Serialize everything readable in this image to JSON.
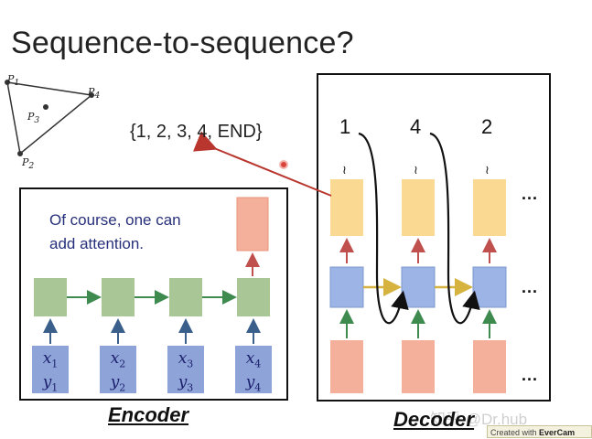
{
  "title": "Sequence-to-sequence?",
  "output_set": "{1, 2, 3, 4, END}",
  "note": {
    "line1": "Of course, one can",
    "line2": "add attention."
  },
  "encoder_label": "Encoder",
  "decoder_label": "Decoder",
  "decoder_outputs": [
    "1",
    "4",
    "2"
  ],
  "ellipsis": "...",
  "polygon_points": {
    "p1": "P1",
    "p2": "P2",
    "p3": "P3",
    "p4": "P4"
  },
  "encoder_inputs": [
    {
      "x": "x",
      "xs": "1",
      "y": "y",
      "ys": "1"
    },
    {
      "x": "x",
      "xs": "2",
      "y": "y",
      "ys": "2"
    },
    {
      "x": "x",
      "xs": "3",
      "y": "y",
      "ys": "3"
    },
    {
      "x": "x",
      "xs": "4",
      "y": "y",
      "ys": "4"
    }
  ],
  "watermark": "知乎 @Dr.hub",
  "evercam": {
    "prefix": "Created with",
    "brand": "EverCam"
  },
  "colors": {
    "green_cell": "#a9c796",
    "blue_cell": "#9cb4e6",
    "orange_cell": "#f4b09b",
    "yellow_cell": "#fad993",
    "input_box": "#8ea3d8",
    "arrow_blue": "#3a5f8a",
    "arrow_red": "#c0504d",
    "arrow_green": "#3e8a4f",
    "arrow_yellow": "#d6b33e",
    "pointer_red": "#b9362e"
  }
}
